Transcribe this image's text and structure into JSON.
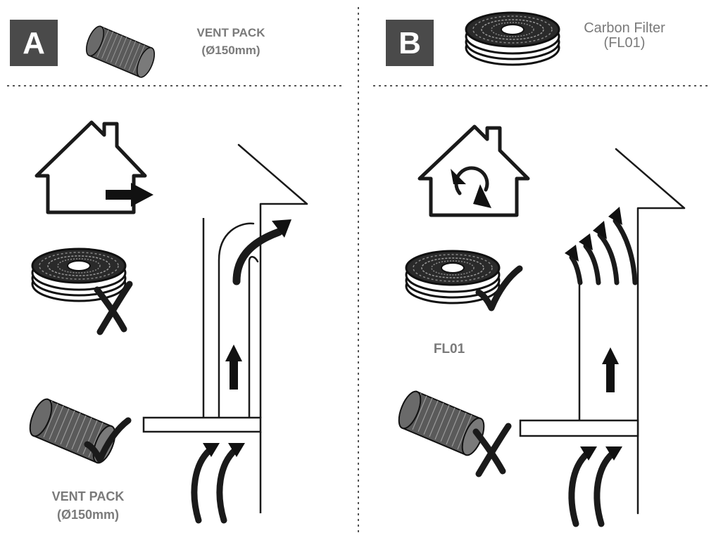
{
  "colors": {
    "ink": "#111111",
    "badge": "#4a4a4a",
    "label": "#7a7a7a"
  },
  "panel_a": {
    "badge_letter": "A",
    "header_title": "VENT PACK",
    "header_size": "(Ø150mm)",
    "bottom_title": "VENT PACK",
    "bottom_size": "(Ø150mm)"
  },
  "panel_b": {
    "badge_letter": "B",
    "header_title": "Carbon Filter",
    "header_code": "(FL01)",
    "filter_label": "FL01"
  },
  "icons": [
    "duct-icon",
    "carbon-filter-icon",
    "house-exhaust-icon",
    "house-recirculate-icon",
    "check-icon",
    "cross-icon",
    "up-arrow-icon"
  ]
}
